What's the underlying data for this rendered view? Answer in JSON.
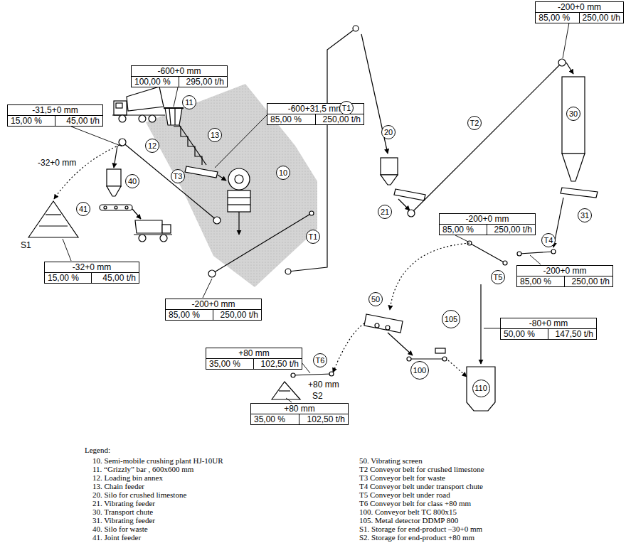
{
  "diagram": {
    "nodes": [
      {
        "text": [
          "-200+0 mm",
          "85,00 %",
          "250,00 t/h"
        ]
      },
      {
        "text": [
          "-600+0 mm",
          "100,00 %",
          "295,00 t/h"
        ]
      },
      {
        "text": [
          "-31,5+0 mm",
          "15,00 %",
          "45,00 t/h"
        ]
      },
      {
        "text": [
          "-600+31,5 mm",
          "85,00 %",
          "250,00 t/h"
        ]
      },
      {
        "text": [
          "11"
        ]
      },
      {
        "text": [
          "T1"
        ]
      },
      {
        "text": [
          "T2"
        ]
      },
      {
        "text": [
          "30"
        ]
      },
      {
        "text": [
          "20"
        ]
      },
      {
        "text": [
          "13"
        ]
      },
      {
        "text": [
          "12"
        ]
      },
      {
        "text": [
          "21"
        ]
      },
      {
        "text": [
          "10"
        ]
      },
      {
        "text": [
          "40"
        ]
      },
      {
        "text": [
          "T3"
        ]
      },
      {
        "text": [
          "31"
        ]
      },
      {
        "text": [
          "41"
        ]
      },
      {
        "text": [
          "-200+0 mm",
          "85,00 %",
          "250,00 t/h"
        ]
      },
      {
        "text": [
          "T1"
        ]
      },
      {
        "text": [
          "T4"
        ]
      },
      {
        "text": [
          "T5"
        ]
      },
      {
        "text": [
          "-32+0 mm",
          "15,00 %",
          "45,00 t/h"
        ]
      },
      {
        "text": [
          "-200+0 mm",
          "85,00 %",
          "250,00 t/h"
        ]
      },
      {
        "text": [
          "50"
        ]
      },
      {
        "text": [
          "-200+0 mm",
          "85,00 %",
          "250,00 t/h"
        ]
      },
      {
        "text": [
          "105"
        ]
      },
      {
        "text": [
          "-80+0 mm",
          "50,00 %",
          "147,50 t/h"
        ]
      },
      {
        "text": [
          "+80 mm",
          "35,00 %",
          "102,50 t/h"
        ]
      },
      {
        "text": [
          "T6"
        ]
      },
      {
        "text": [
          "100"
        ]
      },
      {
        "text": [
          "110"
        ]
      },
      {
        "text": [
          "+80 mm",
          "35,00 %",
          "102,50 t/h"
        ]
      }
    ],
    "labels": [
      "-32+0 mm",
      "S1",
      "+80 mm",
      "S2",
      "Legend:"
    ],
    "legend": [
      {
        "text": "10. Semi-mobile crushing plant HJ-10UR"
      },
      {
        "text": "11. “Grizzly” bar , 600x600 mm"
      },
      {
        "text": "12. Loading bin annex"
      },
      {
        "text": "13. Chain feeder"
      },
      {
        "text": "20. Silo for crushed limestone"
      },
      {
        "text": "21. Vibrating feeder"
      },
      {
        "text": "30. Transport chute"
      },
      {
        "text": "31. Vibrating feeder"
      },
      {
        "text": "40. Silo for waste"
      },
      {
        "text": "41. Joint feeder"
      },
      {
        "text": "50. Vibrating screen"
      },
      {
        "text": "T2 Conveyor belt for crushed limestone"
      },
      {
        "text": "T3 Conveyor belt for waste"
      },
      {
        "text": "T4 Conveyor belt under transport chute"
      },
      {
        "text": "T5 Conveyor belt under road"
      },
      {
        "text": "T6 Conveyor belt for class +80 mm"
      },
      {
        "text": "100. Conveyor belt TC 800x15"
      },
      {
        "text": "105. Metal detector DDMP 800"
      },
      {
        "text": "S1. Storage for end-product –30+0 mm"
      },
      {
        "text": "S2. Storage for end-product +80 mm"
      }
    ]
  }
}
